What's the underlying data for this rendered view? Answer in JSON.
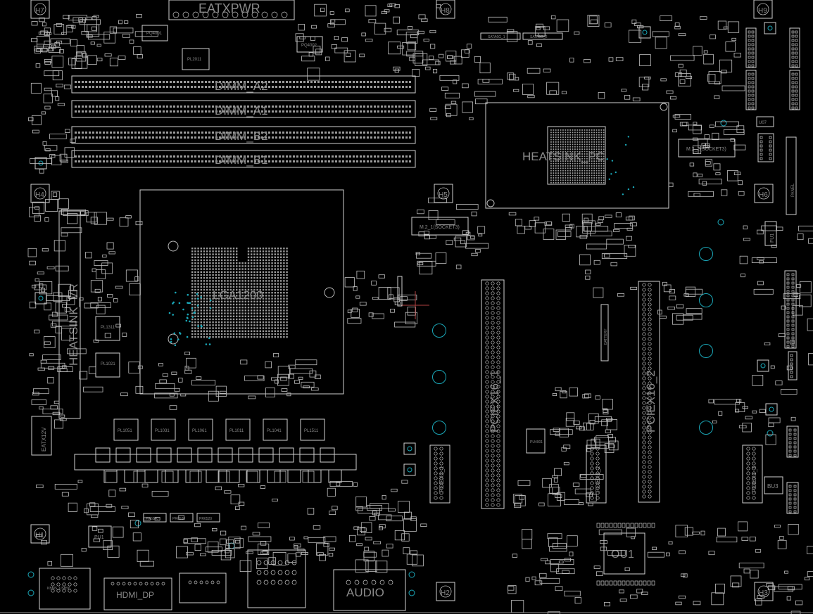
{
  "labels": {
    "eatxpwr": "EATXPWR",
    "dimm_a2": "DIMM_A2",
    "dimm_a1": "DIMM_A1",
    "dimm_b2": "DIMM_B2",
    "dimm_b1": "DIMM_B1",
    "heatsink_pch": "HEATSINK_PC",
    "m2_1": "M.2_1(SOCKET3)",
    "m2_2": "M.2_2(SOCKET3)",
    "pciex16_1": "PCIEX16_1",
    "pciex16_2": "PCIEX16_2",
    "pciex1_1": "PCIEX1_1",
    "pciex1_2": "PCIEX1_2",
    "pciex1_3": "PCIEX1_3",
    "heatsink_vrm": "HEATSINK_VR",
    "eatx12v": "EATX12V",
    "audio": "AUDIO",
    "ou1": "OU1",
    "bu3": "BU3",
    "fu1": "FU1",
    "battery": "BATTERY",
    "lga": "LGA1200",
    "hdmi": "HDMI_DP",
    "sataa": "SATA6G_1",
    "satab": "SATA6G_2",
    "panel": "PANEL",
    "usb": "USB1112",
    "pq4001": "PQ4001",
    "pq4002": "PQ4002",
    "pl2011": "PL2011",
    "pl1311": "PL1311",
    "pl1021": "PL1021",
    "pl1051": "PL1051",
    "pl1031": "PL1031",
    "pl1061": "PL1061",
    "pl1011": "PL1011",
    "pl1041": "PL1041",
    "pl1511": "PL1511",
    "pu4001": "PU4001",
    "pu1": "PU1",
    "u07": "U07",
    "pr0040": "PR6540",
    "pr0020": "PR6520",
    "pr0020b": "PR6520",
    "kbms": "KBMS_USB56",
    "hole_labels": [
      "H7",
      "H8",
      "H9",
      "H4",
      "H5",
      "H6",
      "H1",
      "H2",
      "H3"
    ]
  },
  "colors": {
    "background": "#000000",
    "silkscreen": "#cfcfcf",
    "label": "#8a8a8a",
    "via": "#1aa7b8",
    "marker": "#b04040"
  }
}
